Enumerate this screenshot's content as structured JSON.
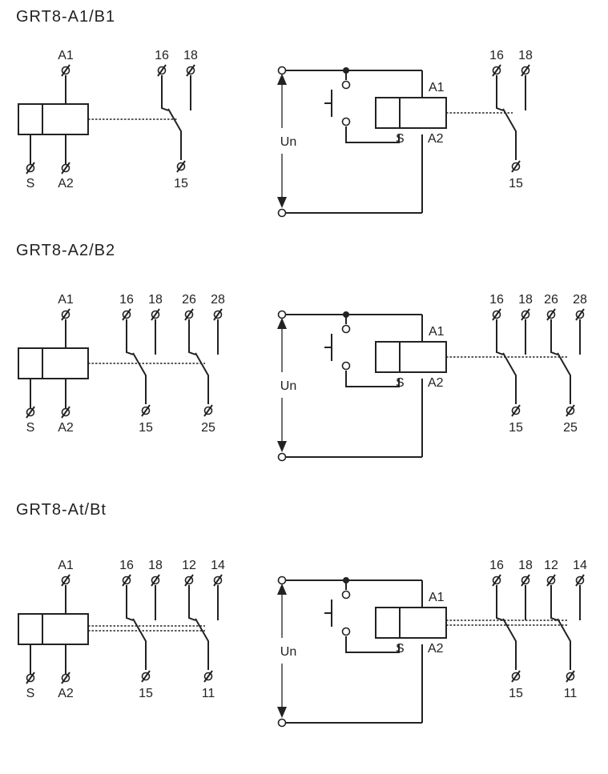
{
  "sections": [
    {
      "title": "GRT8-A1/B1",
      "variant": "single",
      "terminals": {
        "a1": "A1",
        "a2": "A2",
        "s": "S"
      },
      "contacts": [
        {
          "nc": "16",
          "no": "18",
          "com": "15"
        }
      ],
      "supply_label": "Un"
    },
    {
      "title": "GRT8-A2/B2",
      "variant": "double",
      "terminals": {
        "a1": "A1",
        "a2": "A2",
        "s": "S"
      },
      "contacts": [
        {
          "nc": "16",
          "no": "18",
          "com": "15"
        },
        {
          "nc": "26",
          "no": "28",
          "com": "25"
        }
      ],
      "supply_label": "Un"
    },
    {
      "title": "GRT8-At/Bt",
      "variant": "timed",
      "terminals": {
        "a1": "A1",
        "a2": "A2",
        "s": "S"
      },
      "contacts": [
        {
          "nc": "16",
          "no": "18",
          "com": "15"
        },
        {
          "nc": "12",
          "no": "14",
          "com": "11"
        }
      ],
      "supply_label": "Un"
    }
  ]
}
